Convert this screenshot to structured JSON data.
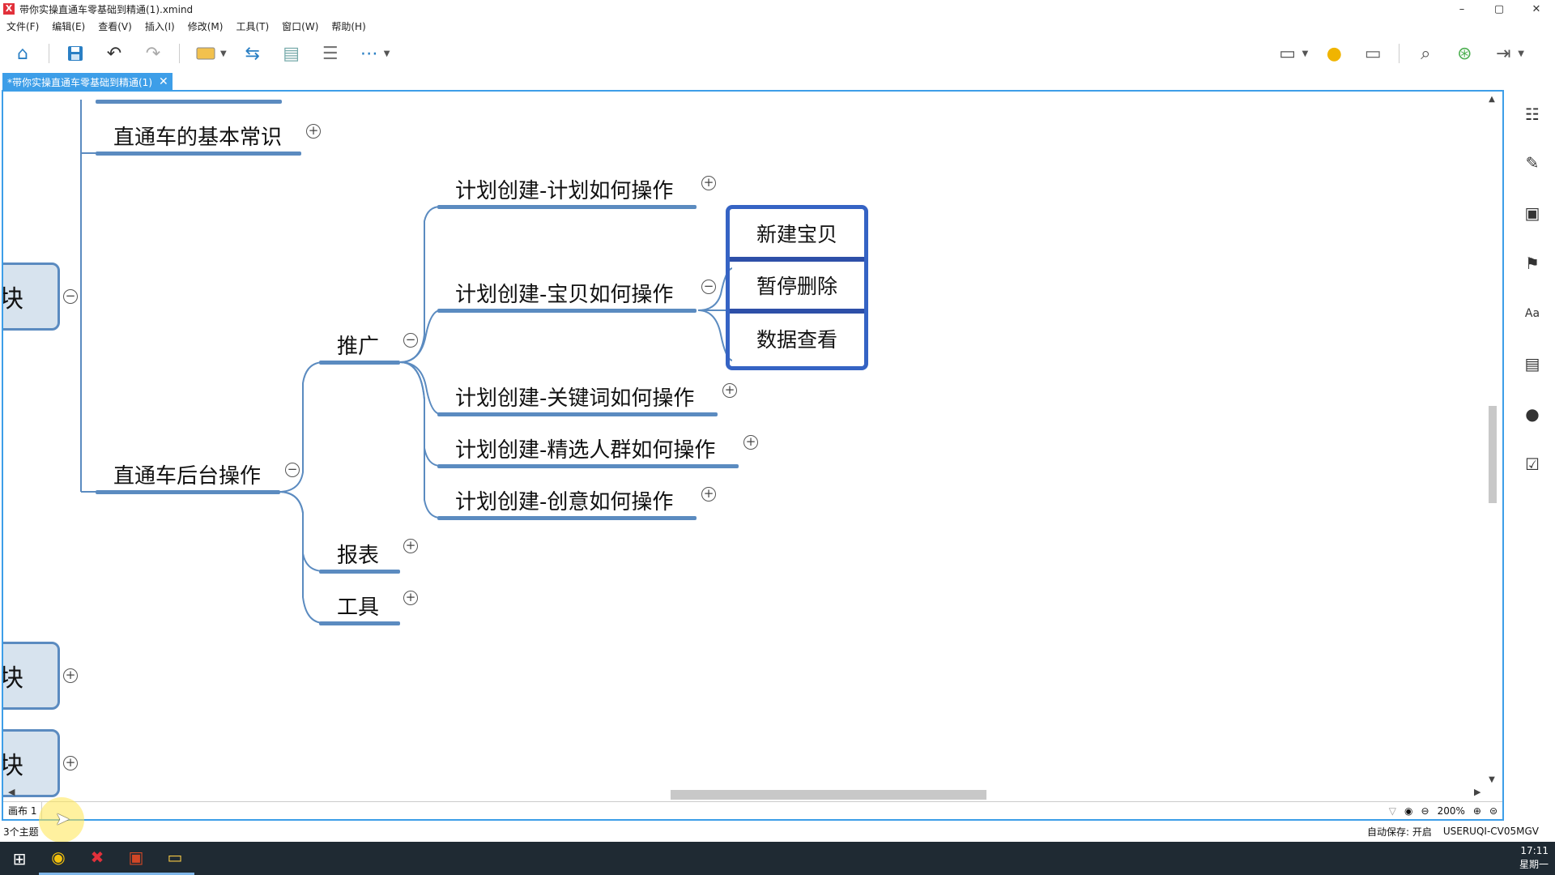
{
  "window": {
    "title": "带你实操直通车零基础到精通(1).xmind",
    "app_logo": "X",
    "controls": [
      "–",
      "▢",
      "✕"
    ]
  },
  "menu": [
    "文件(F)",
    "编辑(E)",
    "查看(V)",
    "插入(I)",
    "修改(M)",
    "工具(T)",
    "窗口(W)",
    "帮助(H)"
  ],
  "tab": {
    "label": "*带你实操直通车零基础到精通(1)",
    "close": "✕"
  },
  "mindmap": {
    "root_partial_label": "块",
    "root_collapsed_1_label": "块",
    "root_collapsed_2_label": "块",
    "branch_basic": "直通车的基本常识",
    "branch_backend": "直通车后台操作",
    "promote": "推广",
    "report": "报表",
    "tools": "工具",
    "plan_how": "计划创建-计划如何操作",
    "plan_item": "计划创建-宝贝如何操作",
    "plan_keyword": "计划创建-关键词如何操作",
    "plan_crowd": "计划创建-精选人群如何操作",
    "plan_creative": "计划创建-创意如何操作",
    "sub_new": "新建宝贝",
    "sub_pause": "暂停删除",
    "sub_data": "数据查看",
    "toggle_plus": "+",
    "toggle_minus": "−"
  },
  "sheet": {
    "name": "画布 1",
    "zoom": "200%"
  },
  "status": {
    "topics": "3个主题",
    "autosave": "自动保存: 开启",
    "user": "USERUQI-CV05MGV"
  },
  "clock": {
    "time": "17:11",
    "day": "星期一"
  },
  "colors": {
    "accent": "#3d9ee8",
    "branch_line": "#5b8bc0",
    "selection": "#3563c4",
    "root_fill": "#d7e3ee"
  }
}
